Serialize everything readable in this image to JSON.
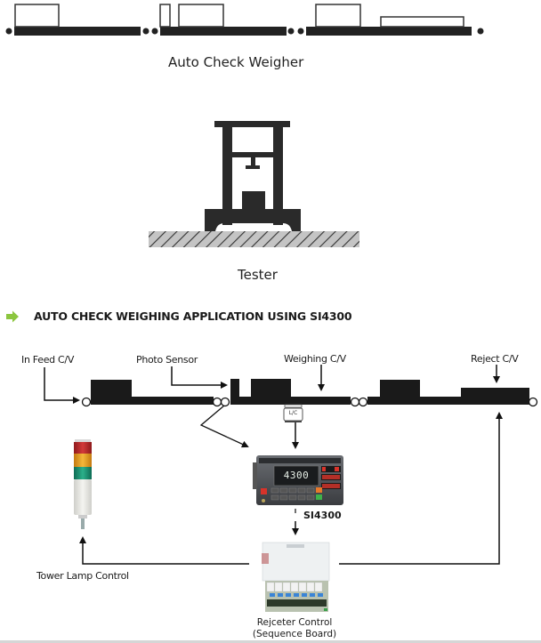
{
  "top_diagram": {
    "caption": "Auto Check Weigher"
  },
  "tester_diagram": {
    "caption": "Tester"
  },
  "section": {
    "icon": "green-arrow-right-icon",
    "icon_color": "#8cc63f",
    "title": "AUTO CHECK WEIGHING APPLICATION USING SI4300"
  },
  "application_diagram": {
    "labels": {
      "in_feed": "In Feed C/V",
      "photo_sensor": "Photo Sensor",
      "weighing": "Weighing C/V",
      "reject": "Reject C/V",
      "load_cell": "L/C",
      "indicator": "SI4300",
      "tower_lamp": "Tower Lamp Control",
      "rejecter_line1": "Rejceter Control",
      "rejecter_line2": "(Sequence Board)"
    },
    "indicator_display": "4300",
    "tower_lamp_colors": [
      "#c0282a",
      "#e8a21c",
      "#1e9a7a",
      "#e6e6e2"
    ]
  }
}
